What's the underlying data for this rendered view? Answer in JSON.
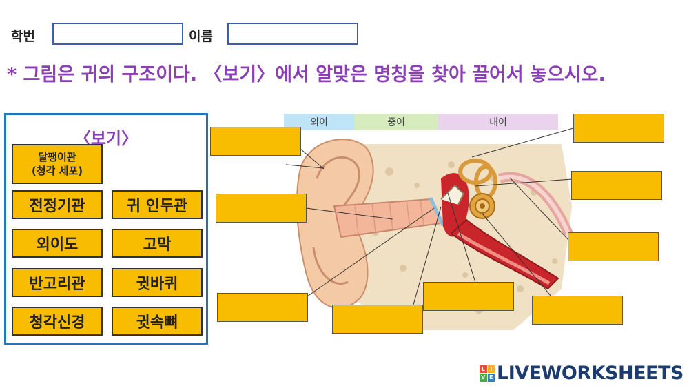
{
  "header": {
    "student_id_label": "학번",
    "name_label": "이름",
    "student_id_value": "",
    "name_value": ""
  },
  "instruction": "* 그림은 귀의 구조이다. 〈보기〉에서 알맞은 명칭을 찾아 끌어서 놓으시오.",
  "word_bank": {
    "title": "〈보기〉",
    "items": [
      {
        "line1": "달팽이관",
        "line2": "(청각 세포)"
      },
      {
        "label": "전정기관"
      },
      {
        "label": "귀 인두관"
      },
      {
        "label": "외이도"
      },
      {
        "label": "고막"
      },
      {
        "label": "반고리관"
      },
      {
        "label": "귓바퀴"
      },
      {
        "label": "청각신경"
      },
      {
        "label": "귓속뼈"
      }
    ]
  },
  "diagram": {
    "regions": [
      "외이",
      "중이",
      "내이"
    ]
  },
  "colors": {
    "accent_purple": "#8b3fb5",
    "box_blue": "#1f77c1",
    "chip_yellow": "#f8bc00",
    "outer_ear_band": "#bfe3f7",
    "middle_ear_band": "#d7ecbe",
    "inner_ear_band": "#ead3ec"
  },
  "branding": {
    "text": "LIVEWORKSHEETS",
    "logo_letters": [
      "L",
      "I",
      "V",
      "E"
    ]
  }
}
